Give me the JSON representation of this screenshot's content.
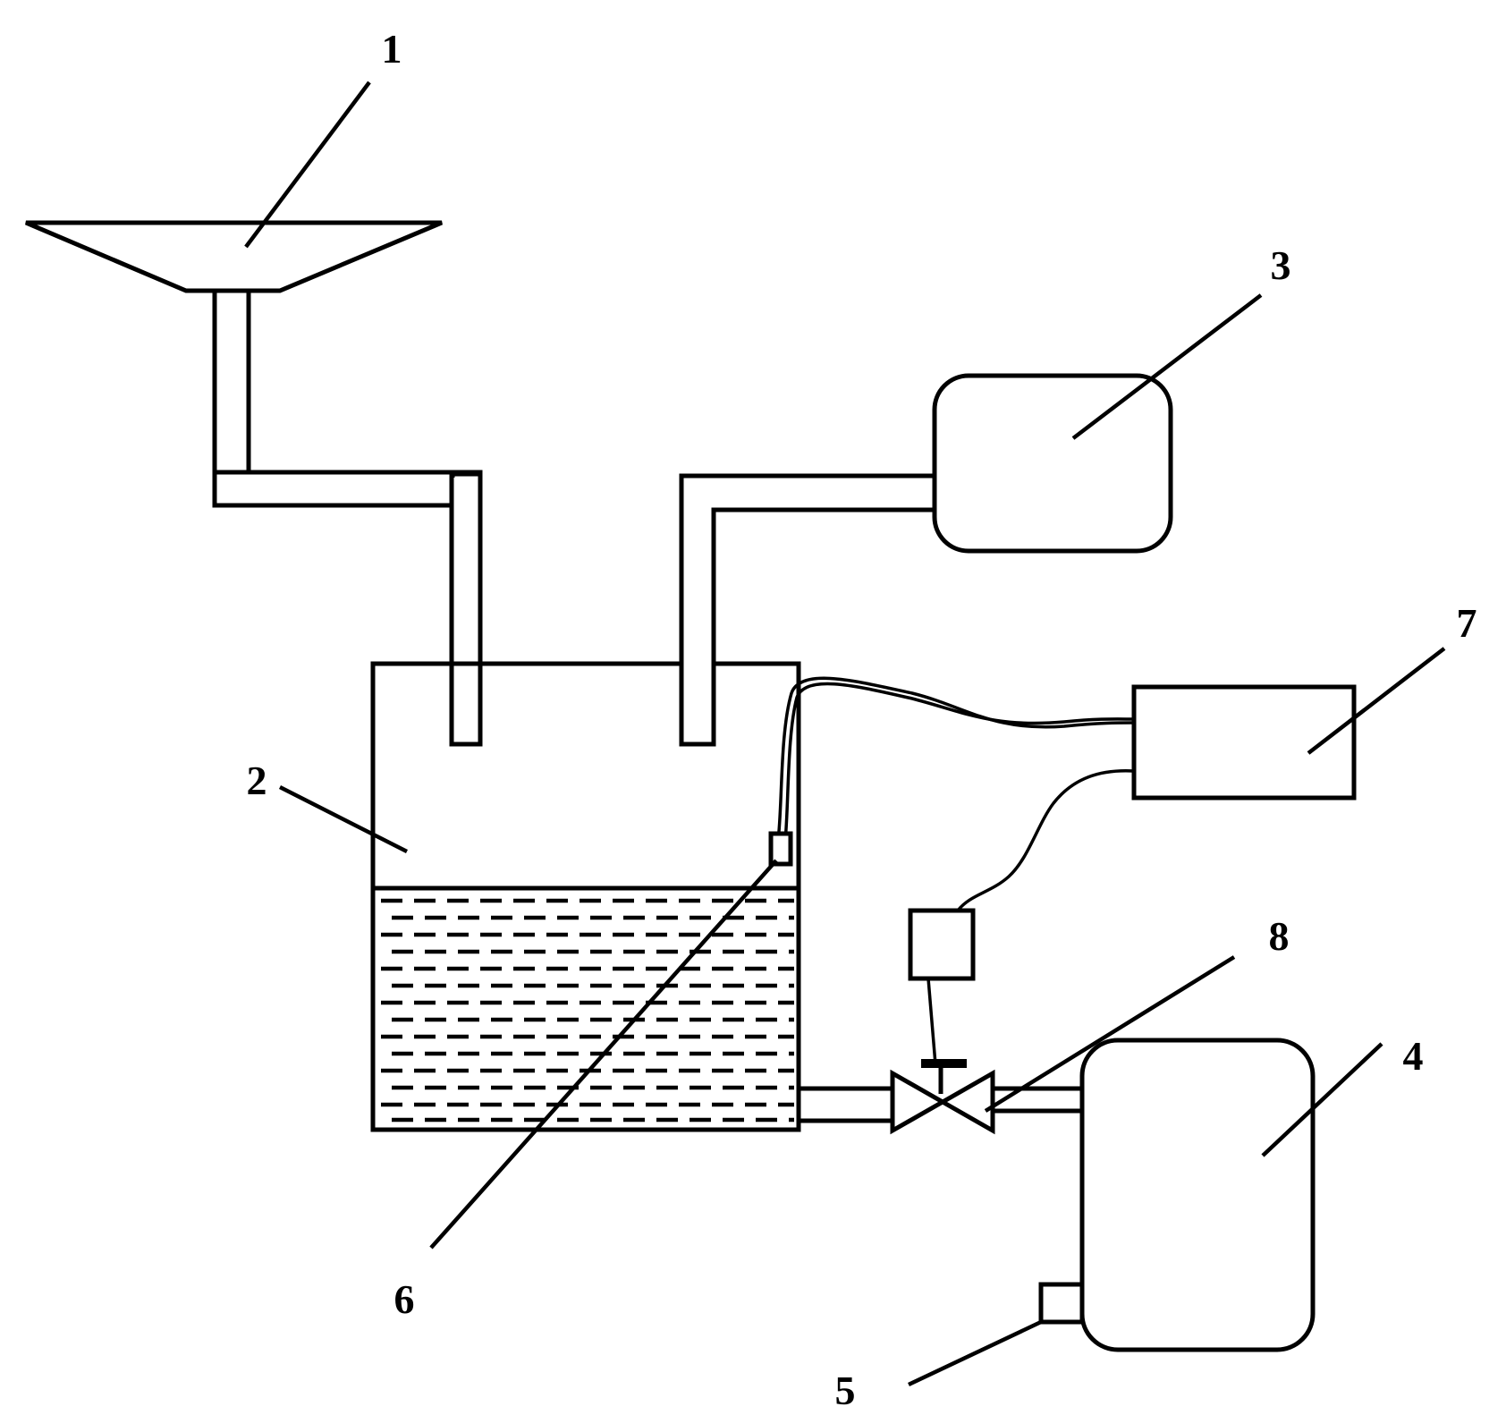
{
  "diagram": {
    "labels": {
      "funnel": "1",
      "tank": "2",
      "upper_box": "3",
      "lower_box": "4",
      "small_box_bottom": "5",
      "sensor": "6",
      "controller": "7",
      "valve": "8"
    },
    "colors": {
      "line": "#000000",
      "background": "#ffffff"
    }
  }
}
